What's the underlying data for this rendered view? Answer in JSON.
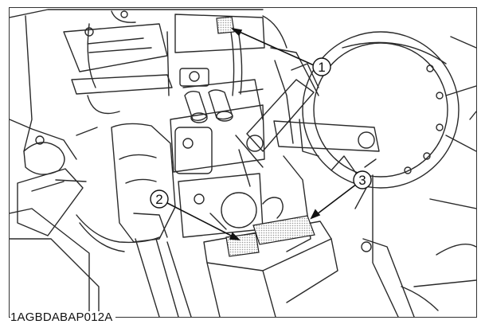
{
  "figure": {
    "code": "1AGBDABAP012A",
    "callouts": [
      {
        "number": "1"
      },
      {
        "number": "2"
      },
      {
        "number": "3"
      }
    ]
  },
  "colors": {
    "line": "#2a2a2a",
    "background": "#ffffff",
    "label_dots": "#b0b0b0"
  }
}
